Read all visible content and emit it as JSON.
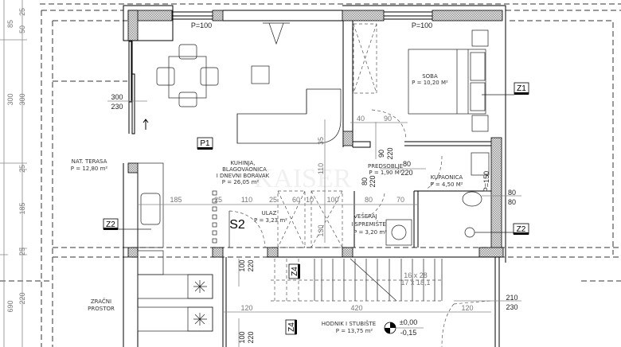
{
  "watermark": "KAISER",
  "rooms": {
    "kitchen": {
      "lines": [
        "KUHINJA,",
        "BLAGOVAONICA",
        "I DNEVNI BORAVAK"
      ],
      "area": "P = 26,05 m²"
    },
    "terrace": {
      "lines": [
        "NAT. TERASA"
      ],
      "area": "P = 12,80 m²"
    },
    "bedroom": {
      "lines": [
        "SOBA"
      ],
      "area": "P = 10,20 M²"
    },
    "hall": {
      "lines": [
        "PREDSOBLJE"
      ],
      "area": "P = 1,90 M²"
    },
    "bathroom": {
      "lines": [
        "KUPAONICA"
      ],
      "area": "P = 4,50 M²"
    },
    "entrance": {
      "lines": [
        "ULAZ"
      ],
      "area": "P = 3,23 m²"
    },
    "laundry": {
      "lines": [
        "VEŠERAJ",
        "I SPREMIŠTE"
      ],
      "area": "P = 3,20 m²"
    },
    "void": {
      "lines": [
        "ZRAČNI",
        "PROSTOR"
      ]
    },
    "corridor": {
      "lines": [
        "HODNIK I STUBIŠTE"
      ],
      "area": "P = 13,75 m²"
    }
  },
  "tags": {
    "p1": "P1",
    "s2": "S2",
    "z1": "Z1",
    "z2_left": "Z2",
    "z2_right": "Z2",
    "z4_upper": "Z4",
    "z4_lower": "Z4"
  },
  "windows": {
    "top_left": "P=100",
    "top_right": "P=100",
    "bath": "P=150"
  },
  "openings": {
    "terrace_door": [
      "300",
      "230"
    ],
    "bedroom_door": [
      "90",
      "220"
    ],
    "hall_door": [
      "80",
      "220"
    ],
    "laundry_door": [
      "80",
      "220"
    ],
    "bath_window": [
      "80",
      "80"
    ],
    "rear_door": [
      "210",
      "230"
    ],
    "entry_upper": [
      "100",
      "220"
    ],
    "entry_lower": [
      "100",
      "220"
    ]
  },
  "dimensions": {
    "left_outer": [
      "85",
      "300",
      "690"
    ],
    "left_inner": [
      "25",
      "50",
      "300",
      "25",
      "185",
      "25",
      "220"
    ],
    "row_main": [
      "185",
      "25",
      "110",
      "25",
      "60",
      "10",
      "100",
      "80",
      "70"
    ],
    "row_bedroom": [
      "40",
      "90"
    ],
    "row_lower": [
      "120",
      "420",
      "120"
    ],
    "vertical": [
      "35",
      "110",
      "130"
    ]
  },
  "stairs": {
    "steps_a": "16 x 28",
    "steps_b": "17 x 18,1"
  },
  "level": {
    "top": "±0,00",
    "bottom": "-0,15"
  }
}
